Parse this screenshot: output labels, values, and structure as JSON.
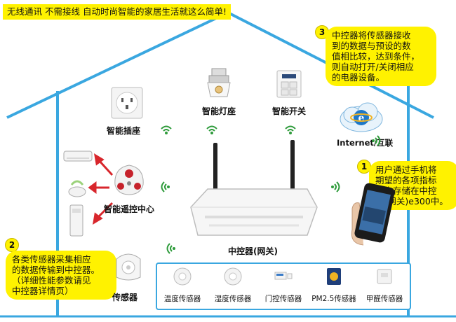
{
  "banner": "无线通讯  不需接线  自动时尚智能的家居生活就这么简单!",
  "callouts": [
    {
      "num": "3",
      "text": "中控器将传感器接收\n到的数据与预设的数\n值相比较，达到条件，\n则自动打开/关闭相应\n的电器设备。"
    },
    {
      "num": "1",
      "text": "用户通过手机将\n期望的各项指标\n预先存储在中控\n器(网关)e300中。"
    },
    {
      "num": "2",
      "text": "各类传感器采集相应\n的数据传输到中控器。\n（详细性能参数请见\n中控器详情页）"
    }
  ],
  "devices": {
    "socket": "智能插座",
    "lamp": "智能灯座",
    "switch": "智能开关",
    "internet": "Internet/互联",
    "remote": "智能遥控中心",
    "gateway": "中控器(网关)",
    "sensor": "传感器"
  },
  "sensors": [
    "温度传感器",
    "湿度传感器",
    "门控传感器",
    "PM2.5传感器",
    "甲醛传感器"
  ],
  "colors": {
    "house_outline": "#3aa7e0",
    "callout": "#fff200",
    "wifi": "#2e9b3b",
    "arrow": "#d8262c"
  }
}
